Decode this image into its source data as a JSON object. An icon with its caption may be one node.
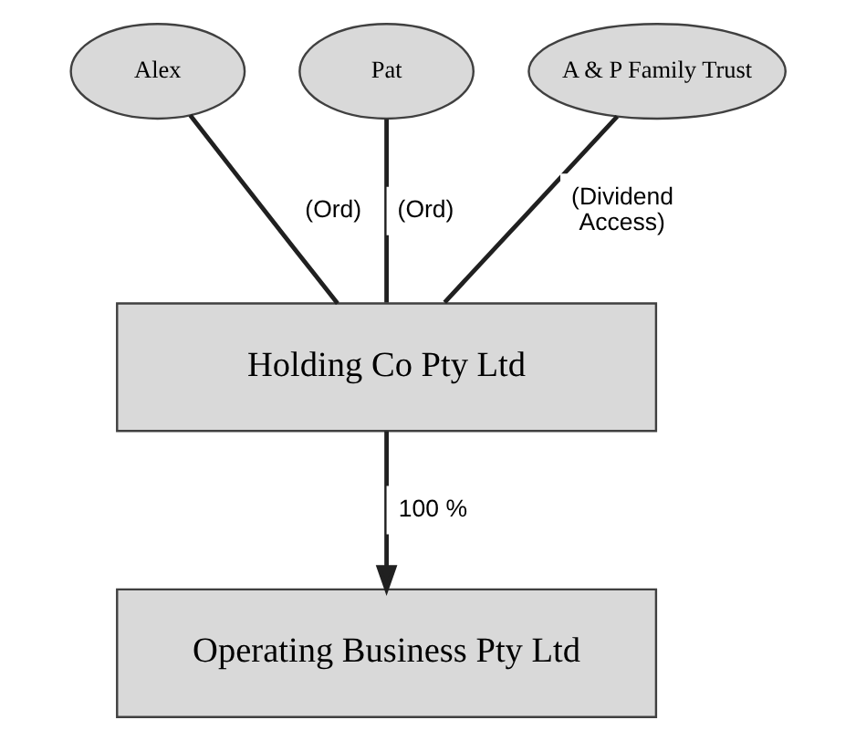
{
  "diagram": {
    "nodes": [
      {
        "text": [
          "Alex"
        ]
      },
      {
        "text": [
          "Pat"
        ]
      },
      {
        "text": [
          "A & P Family Trust"
        ]
      },
      {
        "text": [
          "Holding Co Pty Ltd"
        ]
      },
      {
        "text": [
          "Operating Business Pty Ltd"
        ]
      }
    ],
    "edges": [
      {
        "from": 0,
        "to": 3,
        "arrow": "none",
        "label": "(Ord)"
      },
      {
        "from": 1,
        "to": 3,
        "arrow": "none",
        "label": "(Ord)"
      },
      {
        "from": 2,
        "to": 3,
        "arrow": "none",
        "label": "(Dividend Access)"
      },
      {
        "from": 3,
        "to": 4,
        "arrow": "to",
        "label": "100 %"
      }
    ]
  }
}
